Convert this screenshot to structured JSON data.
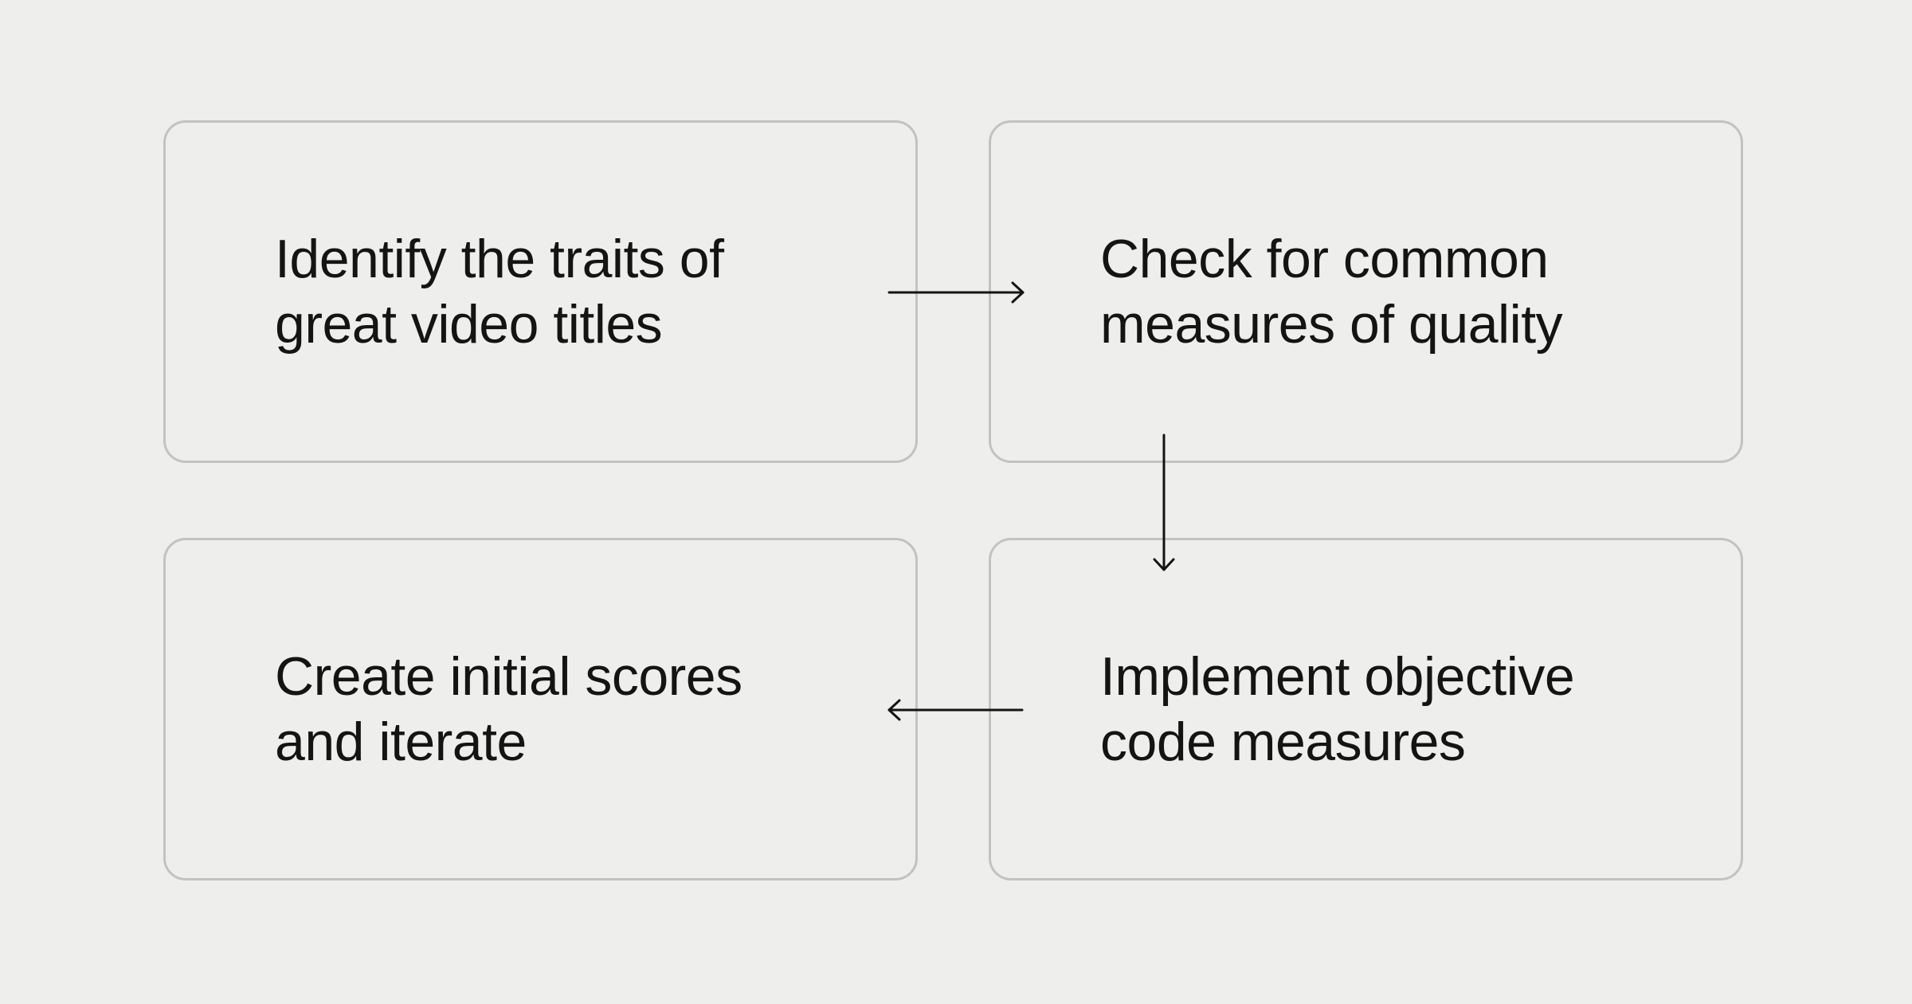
{
  "steps": [
    {
      "text": "Identify the traits of\ngreat video titles"
    },
    {
      "text": "Check for common\nmeasures of quality"
    },
    {
      "text": "Create initial scores\nand iterate"
    },
    {
      "text": "Implement objective\ncode measures"
    }
  ],
  "colors": {
    "background": "#eeeeec",
    "box_border": "#c2c2c0",
    "text": "#141413",
    "arrow": "#141413"
  }
}
